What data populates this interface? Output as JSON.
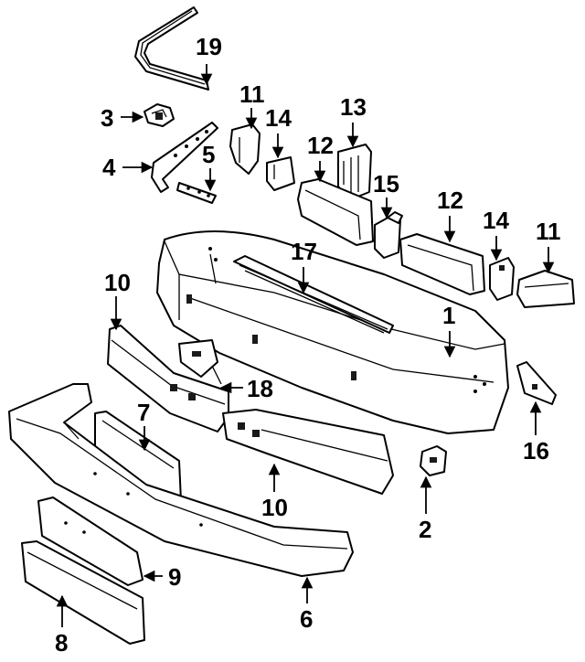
{
  "callouts": {
    "c1": "1",
    "c2": "2",
    "c3": "3",
    "c4": "4",
    "c5": "5",
    "c6": "6",
    "c7": "7",
    "c8": "8",
    "c9": "9",
    "c10a": "10",
    "c10b": "10",
    "c11a": "11",
    "c11b": "11",
    "c12a": "12",
    "c12b": "12",
    "c13": "13",
    "c14a": "14",
    "c14b": "14",
    "c15": "15",
    "c16": "16",
    "c17": "17",
    "c18": "18",
    "c19": "19"
  }
}
